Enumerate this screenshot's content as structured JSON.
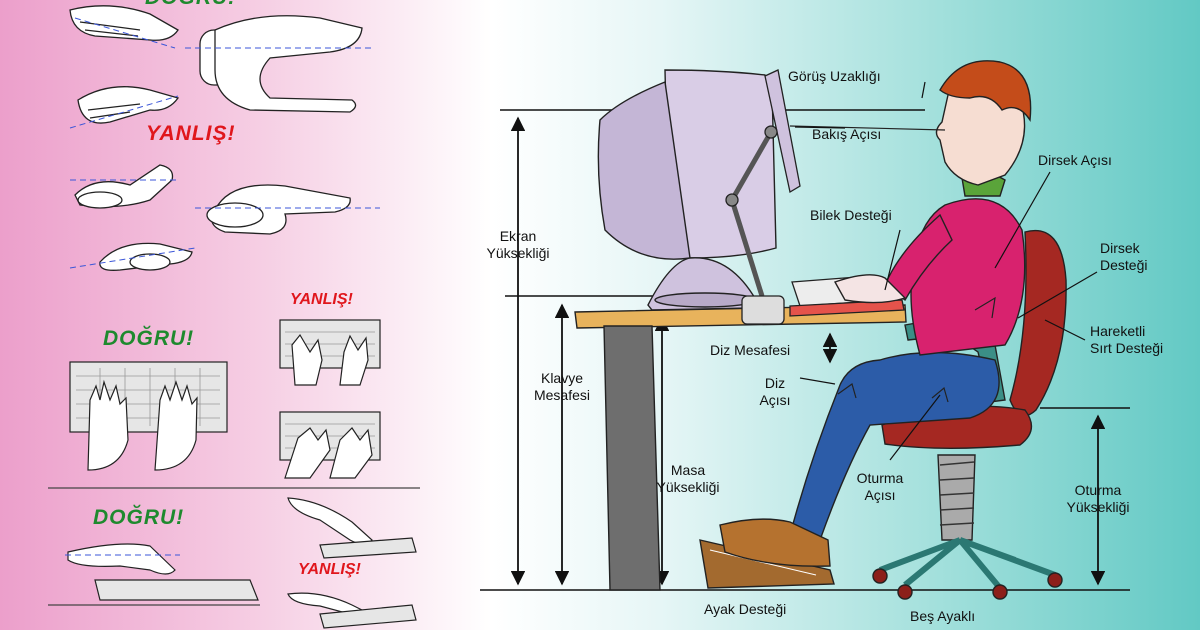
{
  "left_panel": {
    "header_partial": "DOĞRU!",
    "verdicts": {
      "wrong_hand": "YANLIŞ!",
      "right_keyboard": "DOĞRU!",
      "wrong_keyboard": "YANLIŞ!",
      "right_side": "DOĞRU!",
      "wrong_side": "YANLIŞ!"
    }
  },
  "labels": {
    "viewing_distance": "Görüş Uzaklığı",
    "gaze_angle": "Bakış Açısı",
    "screen_height": "Ekran\nYüksekliği",
    "wrist_rest": "Bilek Desteği",
    "elbow_angle": "Dirsek Açısı",
    "elbow_rest": "Dirsek\nDesteği",
    "movable_backrest": "Hareketli\nSırt Desteği",
    "knee_clearance": "Diz Mesafesi",
    "knee_angle": "Diz\nAçısı",
    "keyboard_height": "Klavye\nMesafesi",
    "table_height": "Masa\nYüksekliği",
    "seat_angle": "Oturma\nAçısı",
    "seat_height": "Oturma\nYüksekliği",
    "footrest": "Ayak Desteği",
    "five_legged_base": "Beş Ayaklı"
  },
  "colors": {
    "wrong_red": "#e0161c",
    "right_green": "#1e8a2e",
    "shirt": "#d8226e",
    "jeans": "#2c5ca8",
    "chair": "#a52822",
    "monitor": "#d9cde6",
    "desk": "#e8b35c"
  }
}
